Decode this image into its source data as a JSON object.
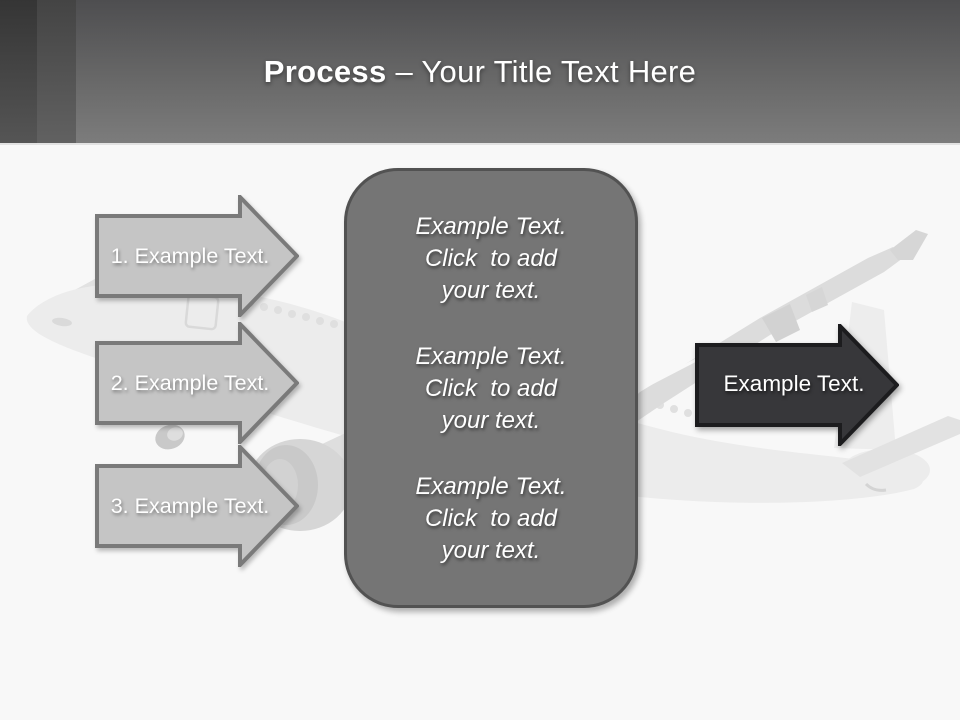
{
  "slide": {
    "title": {
      "bold": "Process",
      "rest": "– Your Title Text Here"
    },
    "left_arrows": [
      {
        "label": "1. Example Text."
      },
      {
        "label": "2. Example Text."
      },
      {
        "label": "3. Example Text."
      }
    ],
    "center_box": {
      "blocks": [
        "Example Text.\nClick  to add\nyour text.",
        "Example Text.\nClick  to add\nyour text.",
        "Example Text.\nClick  to add\nyour text."
      ]
    },
    "right_arrow": {
      "label": "Example Text."
    },
    "background": {
      "watermark": "airplane photo (faded)"
    },
    "colors": {
      "header_gradient_top": "#4e4e50",
      "header_gradient_bottom": "#7c7c7c",
      "accent_band_dark": "#3a3a3a",
      "accent_band_medium": "#4c4c4c",
      "left_arrow_fill": "#c5c5c5",
      "left_arrow_border": "#7a7a7a",
      "center_box_fill": "#757575",
      "center_box_border": "#525252",
      "right_arrow_fill": "#37373a",
      "right_arrow_border": "#1c1c1e",
      "slide_background": "#f8f8f8",
      "text": "#ffffff"
    }
  }
}
